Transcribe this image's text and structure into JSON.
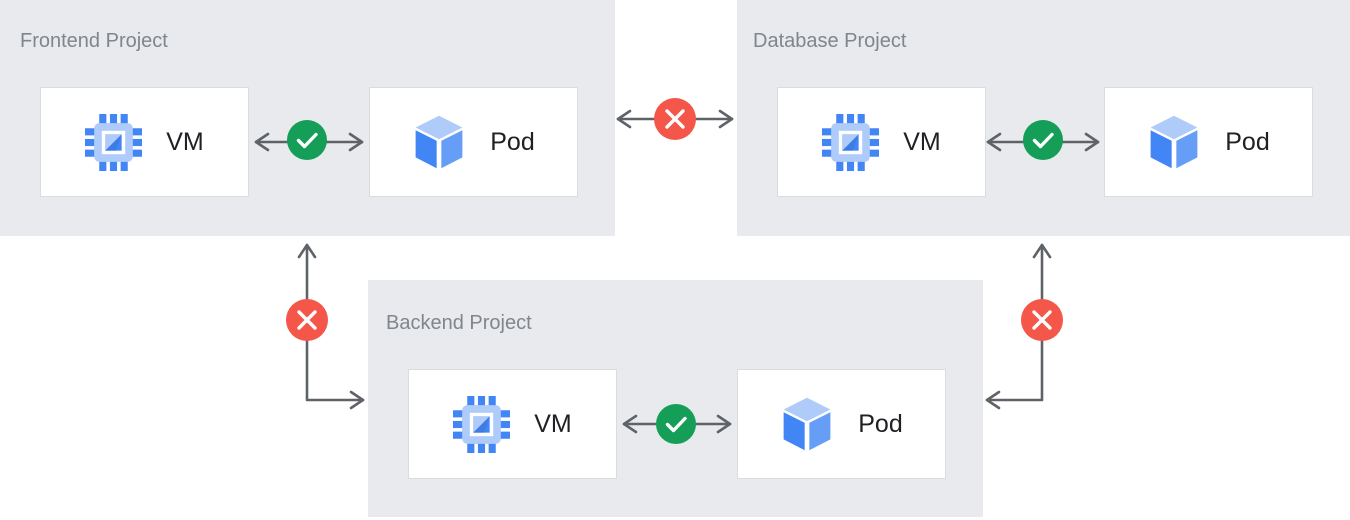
{
  "colors": {
    "canvas-bg": "#FFFFFF",
    "panel-bg": "#E8EAED",
    "node-bg": "#FFFFFF",
    "node-border": "#DADCE0",
    "title-text": "#80868B",
    "node-text": "#202124",
    "arrow": "#5F6368",
    "allowed": "#149E57",
    "denied": "#F4564A",
    "icon-blue": "#4285F4",
    "icon-blue-light": "#AECBFA",
    "icon-blue-mid": "#669DF6"
  },
  "diagram": {
    "panels": [
      {
        "title": "Frontend Project",
        "nodes": [
          {
            "label": "VM",
            "icon": "vm-chip-icon"
          },
          {
            "label": "Pod",
            "icon": "pod-cube-icon"
          }
        ],
        "internal_connection": "allowed"
      },
      {
        "title": "Database Project",
        "nodes": [
          {
            "label": "VM",
            "icon": "vm-chip-icon"
          },
          {
            "label": "Pod",
            "icon": "pod-cube-icon"
          }
        ],
        "internal_connection": "allowed"
      },
      {
        "title": "Backend Project",
        "nodes": [
          {
            "label": "VM",
            "icon": "vm-chip-icon"
          },
          {
            "label": "Pod",
            "icon": "pod-cube-icon"
          }
        ],
        "internal_connection": "allowed"
      }
    ],
    "connections": [
      {
        "from": "Frontend Project",
        "to": "Database Project",
        "status": "denied",
        "icon": "x-icon"
      },
      {
        "from": "Frontend Project",
        "to": "Backend Project",
        "status": "denied",
        "icon": "x-icon"
      },
      {
        "from": "Database Project",
        "to": "Backend Project",
        "status": "denied",
        "icon": "x-icon"
      }
    ],
    "status_glyphs": {
      "allowed": "check-icon",
      "denied": "x-icon"
    }
  }
}
